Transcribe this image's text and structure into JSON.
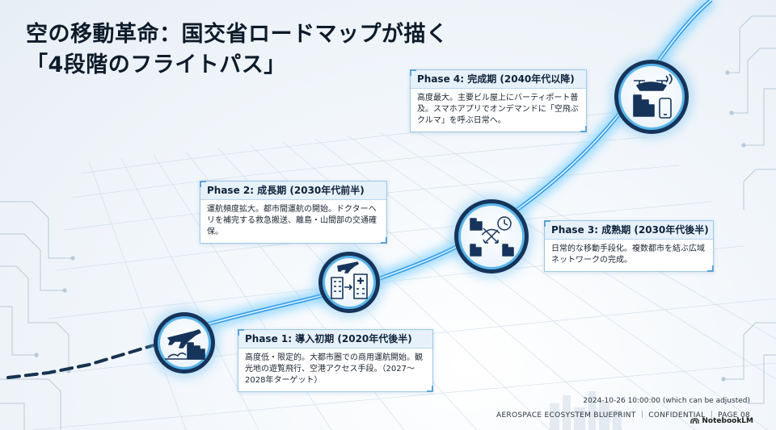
{
  "title": {
    "line1": "空の移動革命：国交省ロードマップが描く",
    "line2": "「4段階のフライトパス」"
  },
  "phases": [
    {
      "heading": "Phase 1: 導入初期 (2020年代後半)",
      "body": "高度低・限定的。大都市圏での商用運航開始。観光地の遊覧飛行、空港アクセス手段。（2027〜2028年ターゲット）",
      "icon": "airplane-city-icon"
    },
    {
      "heading": "Phase 2: 成長期 (2030年代前半)",
      "body": "運航頻度拡大。都市間運航の開始。ドクターヘリを補完する救急搬送、離島・山間部の交通確保。",
      "icon": "airplane-hospital-icon"
    },
    {
      "heading": "Phase 3: 成熟期 (2030年代後半)",
      "body": "日常的な移動手段化。複数都市を結ぶ広域ネットワークの完成。",
      "icon": "city-network-icon"
    },
    {
      "heading": "Phase 4: 完成期 (2040年代以降)",
      "body": "高度最大。主要ビル屋上にバーティポート普及。スマホアプリでオンデマンドに「空飛ぶクルマ」を呼ぶ日常へ。",
      "icon": "drone-smartphone-icon"
    }
  ],
  "footer": {
    "date": "2024-10-26 10:00:00 (which can be adjusted)",
    "meta": "AEROSPACE ECOSYSTEM BLUEPRINT ｜ CONFIDENTIAL ｜ PAGE 08",
    "brand": "NotebookLM"
  },
  "colors": {
    "accent": "#3aa0e8",
    "glow": "#9fdcff",
    "navy": "#16345a",
    "title": "#0d1b2a"
  }
}
